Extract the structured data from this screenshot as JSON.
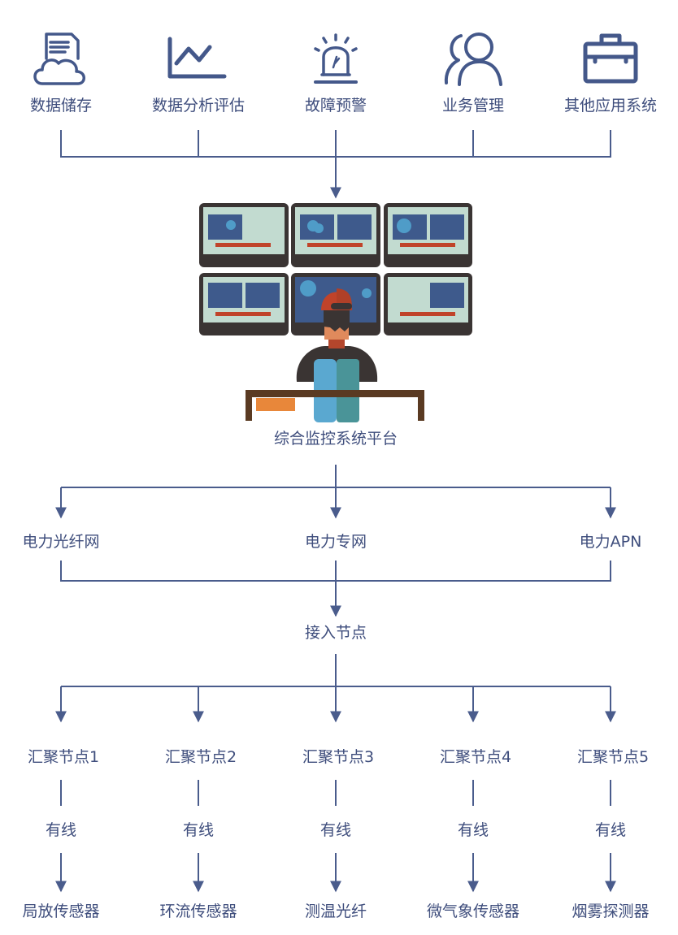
{
  "top_systems": [
    "数据储存",
    "数据分析评估",
    "故障预警",
    "业务管理",
    "其他应用系统"
  ],
  "platform": "综合监控系统平台",
  "networks": [
    "电力光纤网",
    "电力专网",
    "电力APN"
  ],
  "access_node": "接入节点",
  "aggregation_nodes": [
    "汇聚节点1",
    "汇聚节点2",
    "汇聚节点3",
    "汇聚节点4",
    "汇聚节点5"
  ],
  "link_type": [
    "有线",
    "有线",
    "有线",
    "有线",
    "有线"
  ],
  "sensors": [
    "局放传感器",
    "环流传感器",
    "测温光纤",
    "微气象传感器",
    "烟雾探测器"
  ],
  "colors": {
    "line": "#4a5c8c",
    "text": "#3e4d7c",
    "screen": "#c2dbd0",
    "panel": "#3e5a8c",
    "bar": "#c0432a",
    "frame": "#3a3433"
  }
}
